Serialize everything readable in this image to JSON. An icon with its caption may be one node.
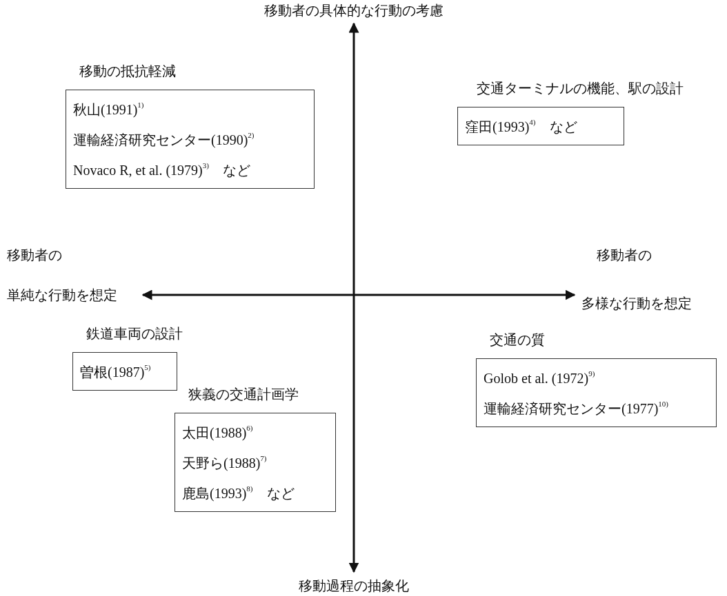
{
  "diagram": {
    "nodes": [
      {
        "text": [
          "移動の抵抗軽減",
          "秋山(1991)$^{1)}$",
          "運輸経済研究センター(1990)$^{2)}$",
          "Novaco R, et al. (1979)$^{3)}$　など"
        ]
      },
      {
        "text": [
          "交通ターミナルの機能、駅の設計",
          "窪田(1993)$^{4)}$　など"
        ]
      },
      {
        "text": [
          "鉄道車両の設計",
          "曽根(1987)$^{5)}$"
        ]
      },
      {
        "text": [
          "狭義の交通計画学",
          "太田(1988)$^{6)}$",
          "天野ら(1988)$^{7)}$",
          "鹿島(1993)$^{8)}$　など"
        ]
      },
      {
        "text": [
          "交通の質",
          "Golob et al. (1972)$^{9)}$",
          "運輸経済研究センター(1977)$^{10)}$"
        ]
      }
    ],
    "labels": [
      "移動者の具体的な行動の考慮",
      "移動者の",
      "単純な行動を想定",
      "移動者の",
      "多様な行動を想定",
      "移動過程の抽象化"
    ]
  }
}
